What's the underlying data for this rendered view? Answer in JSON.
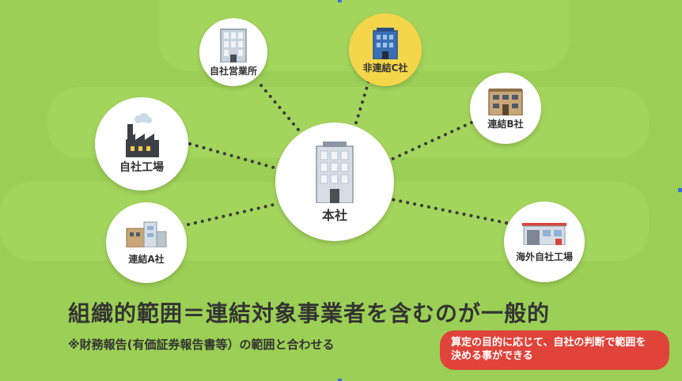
{
  "diagram": {
    "center": {
      "label": "本社",
      "icon": "office-building-icon"
    },
    "nodes": [
      {
        "id": "own-office",
        "label": "自社営業所",
        "icon": "office-building-icon"
      },
      {
        "id": "non-consolidated-c",
        "label": "非連結C社",
        "icon": "office-building-icon",
        "highlight_color": "#f5d54a"
      },
      {
        "id": "consolidated-b",
        "label": "連結B社",
        "icon": "apartment-building-icon"
      },
      {
        "id": "own-factory",
        "label": "自社工場",
        "icon": "factory-icon"
      },
      {
        "id": "consolidated-a",
        "label": "連結A社",
        "icon": "building-icon"
      },
      {
        "id": "overseas-factory",
        "label": "海外自社工場",
        "icon": "warehouse-icon"
      }
    ]
  },
  "title": "組織的範囲＝連結対象事業者を含むのが一般的",
  "note": "※財務報告(有価証券報告書等）の範囲と合わせる",
  "callout": {
    "line1": "算定の目的に応じて、自社の判断で範囲を",
    "line2": "決める事ができる",
    "color": "#e0433a"
  },
  "colors": {
    "background": "#9ccf55",
    "node": "#ffffff",
    "text": "#333333",
    "connector": "#3a3a3a"
  }
}
